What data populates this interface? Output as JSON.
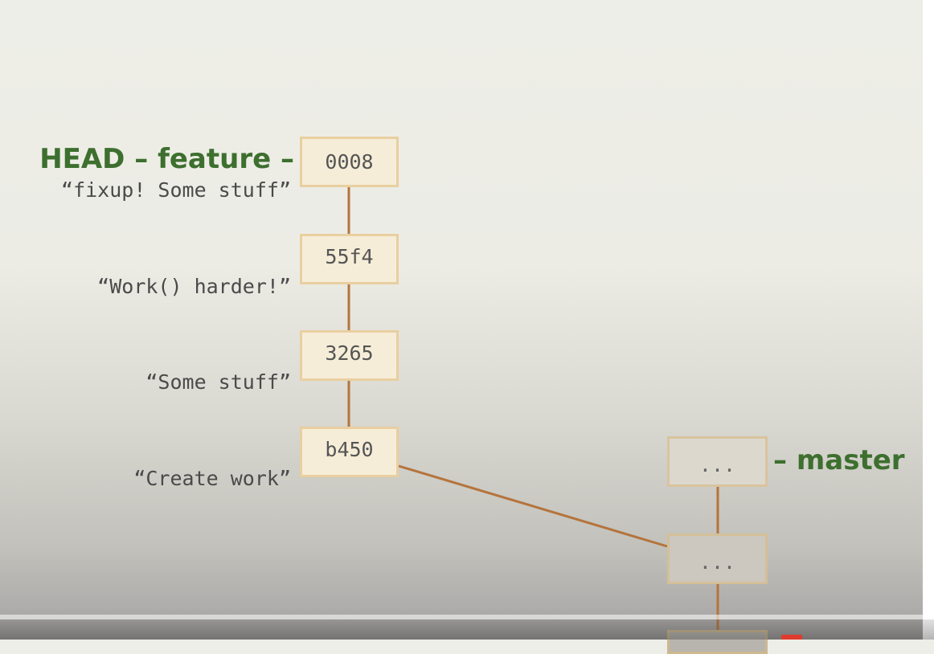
{
  "refs": {
    "head_label": "HEAD – feature –",
    "master_label": "– master"
  },
  "commits": [
    {
      "hash": "0008",
      "message": "“fixup! Some stuff”"
    },
    {
      "hash": "55f4",
      "message": "“Work() harder!”"
    },
    {
      "hash": "3265",
      "message": "“Some stuff”"
    },
    {
      "hash": "b450",
      "message": "“Create work”"
    }
  ],
  "master_commits": [
    {
      "hash": "..."
    },
    {
      "hash": "..."
    },
    {
      "hash": ""
    }
  ],
  "colors": {
    "ref_green": "#3d6f2e",
    "edge_brown": "#b5743c",
    "commit_fill": "#f6edd8",
    "commit_border": "#e9cfa0"
  }
}
